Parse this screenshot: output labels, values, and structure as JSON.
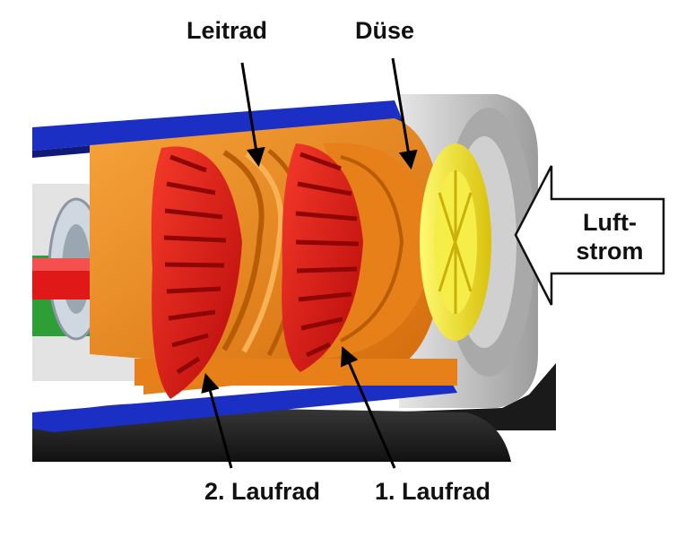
{
  "labels": {
    "stator": "Leitrad",
    "nozzle": "Düse",
    "rotor_2": "2. Laufrad",
    "rotor_1": "1. Laufrad",
    "airflow_line1": "Luft-",
    "airflow_line2": "strom"
  },
  "colors": {
    "housing": "#1c2fc4",
    "rotor": "#e01010",
    "stator": "#f08a1a",
    "bearing": "#58d8ec",
    "inlet_ring": "#f2e81a",
    "inlet_housing": "#bdbdbd",
    "shaft": "#e01818",
    "background_dark": "#1d1d1d"
  }
}
